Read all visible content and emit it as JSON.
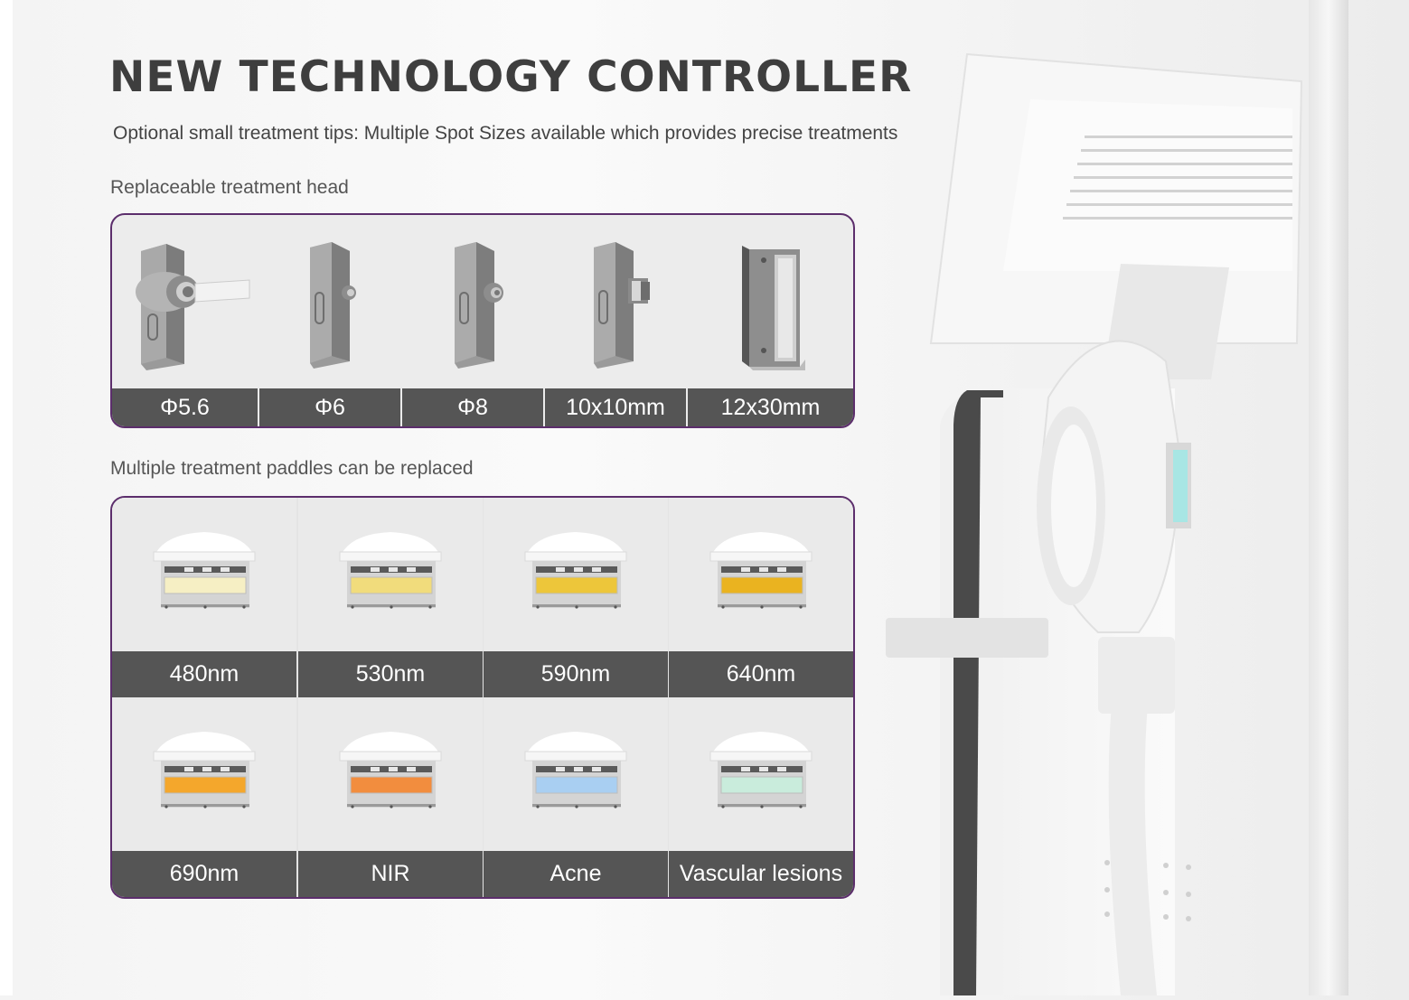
{
  "title": "NEW TECHNOLOGY CONTROLLER",
  "subtitle": "Optional small treatment tips: Multiple Spot Sizes available which provides precise treatments",
  "heads_section": {
    "label": "Replaceable treatment head",
    "items": [
      "Φ5.6",
      "Φ6",
      "Φ8",
      "10x10mm",
      "12x30mm"
    ]
  },
  "paddles_section": {
    "label": "Multiple treatment paddles can be replaced",
    "items": [
      {
        "label": "480nm",
        "color": "#f6efc4"
      },
      {
        "label": "530nm",
        "color": "#f1dc7c"
      },
      {
        "label": "590nm",
        "color": "#edc63a"
      },
      {
        "label": "640nm",
        "color": "#eab320"
      },
      {
        "label": "690nm",
        "color": "#f4a72c"
      },
      {
        "label": "NIR",
        "color": "#f28d3e"
      },
      {
        "label": "Acne",
        "color": "#a9cff2"
      },
      {
        "label": "Vascular lesions",
        "color": "#c9ecdc"
      }
    ]
  }
}
